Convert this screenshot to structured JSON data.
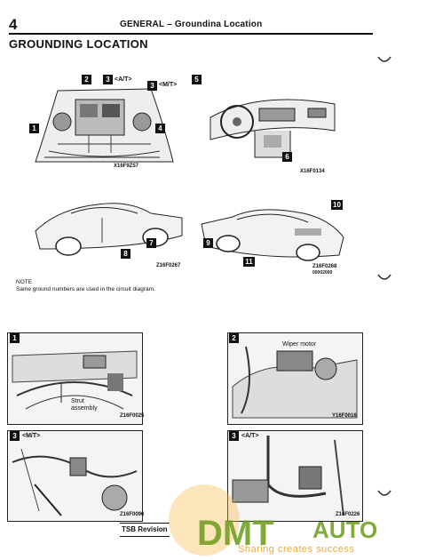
{
  "header": {
    "page_number": "4",
    "running_title": "GENERAL – Groundina Location",
    "section_title": "GROUNDING LOCATION"
  },
  "top_figures": {
    "engine_bay": {
      "labels": [
        {
          "num": "1"
        },
        {
          "num": "2"
        },
        {
          "num": "3",
          "text": "<A/T>"
        },
        {
          "num": "3",
          "text": "<M/T>"
        },
        {
          "num": "4"
        }
      ],
      "code": "X16F9Z57"
    },
    "dashboard": {
      "labels": [
        {
          "num": "5"
        },
        {
          "num": "6"
        }
      ],
      "code": "X16F0134"
    },
    "car_left": {
      "labels": [
        {
          "num": "7"
        },
        {
          "num": "8"
        }
      ],
      "code": "Z16F0267"
    },
    "car_right": {
      "labels": [
        {
          "num": "9"
        },
        {
          "num": "10"
        },
        {
          "num": "11"
        }
      ],
      "code": "Z16F0268",
      "code2": "00002000"
    }
  },
  "note": {
    "heading": "NOTE",
    "text": "Same ground numbers are used in the circuit diagram."
  },
  "detail_panels": [
    {
      "num": "1",
      "tag": "",
      "callout": "Strut assembly",
      "code": "Z16F0025"
    },
    {
      "num": "2",
      "tag": "",
      "callout": "Wiper motor",
      "code": "Y16F0016"
    },
    {
      "num": "3",
      "tag": "<M/T>",
      "callout": "",
      "code": "Z16F0096"
    },
    {
      "num": "3",
      "tag": "<A/T>",
      "callout": "",
      "code": "Z16F0226"
    }
  ],
  "footer": {
    "tsb": "TSB Revision"
  },
  "watermark": {
    "brand": "DMT AUTO",
    "tagline": "Sharing creates success"
  }
}
